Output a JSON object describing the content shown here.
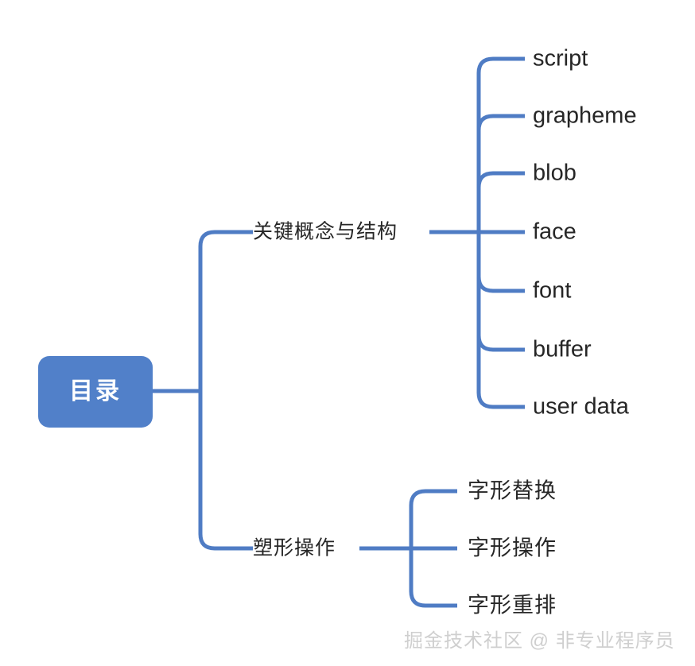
{
  "diagram": {
    "type": "mind-map",
    "orientation": "left-to-right",
    "root": {
      "label": "目录",
      "fill_color": "#5180c9",
      "text_color": "#ffffff"
    },
    "connector_color": "#4f7cc4",
    "label_text_color": "#262626",
    "background_color": "#ffffff",
    "branches": [
      {
        "label": "关键概念与结构",
        "children": [
          {
            "label": "script"
          },
          {
            "label": "grapheme"
          },
          {
            "label": "blob"
          },
          {
            "label": "face"
          },
          {
            "label": "font"
          },
          {
            "label": "buffer"
          },
          {
            "label": "user data"
          }
        ]
      },
      {
        "label": "塑形操作",
        "children": [
          {
            "label": "字形替换"
          },
          {
            "label": "字形操作"
          },
          {
            "label": "字形重排"
          }
        ]
      }
    ]
  },
  "watermark": {
    "text": "掘金技术社区 @ 非专业程序员",
    "color": "#cfcfcf"
  }
}
